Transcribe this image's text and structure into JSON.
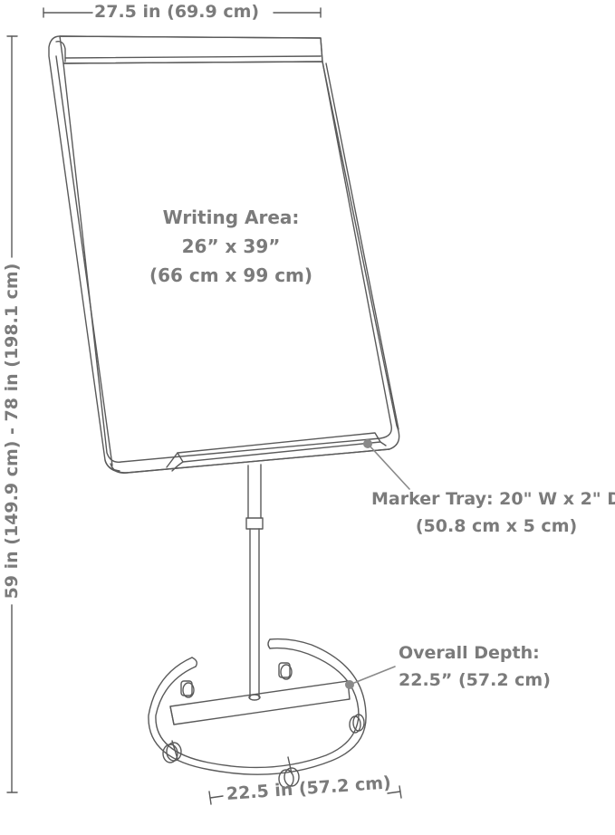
{
  "width_label": "27.5 in (69.9 cm)",
  "height_label": "59 in (149.9 cm) - 78 in (198.1 cm)",
  "writing_area": {
    "line1": "Writing Area:",
    "line2": "26” x 39”",
    "line3": "(66 cm x 99 cm)"
  },
  "marker_tray": {
    "line1": "Marker Tray: 20\" W x 2\" D",
    "line2": "(50.8 cm x 5 cm)"
  },
  "overall_depth": {
    "line1": "Overall Depth:",
    "line2": "22.5” (57.2 cm)"
  },
  "base_label": "22.5 in (57.2 cm)",
  "colors": {
    "line": "#5a5a5a",
    "text": "#7b7b7b",
    "callout_dot": "#8a8a8a"
  }
}
